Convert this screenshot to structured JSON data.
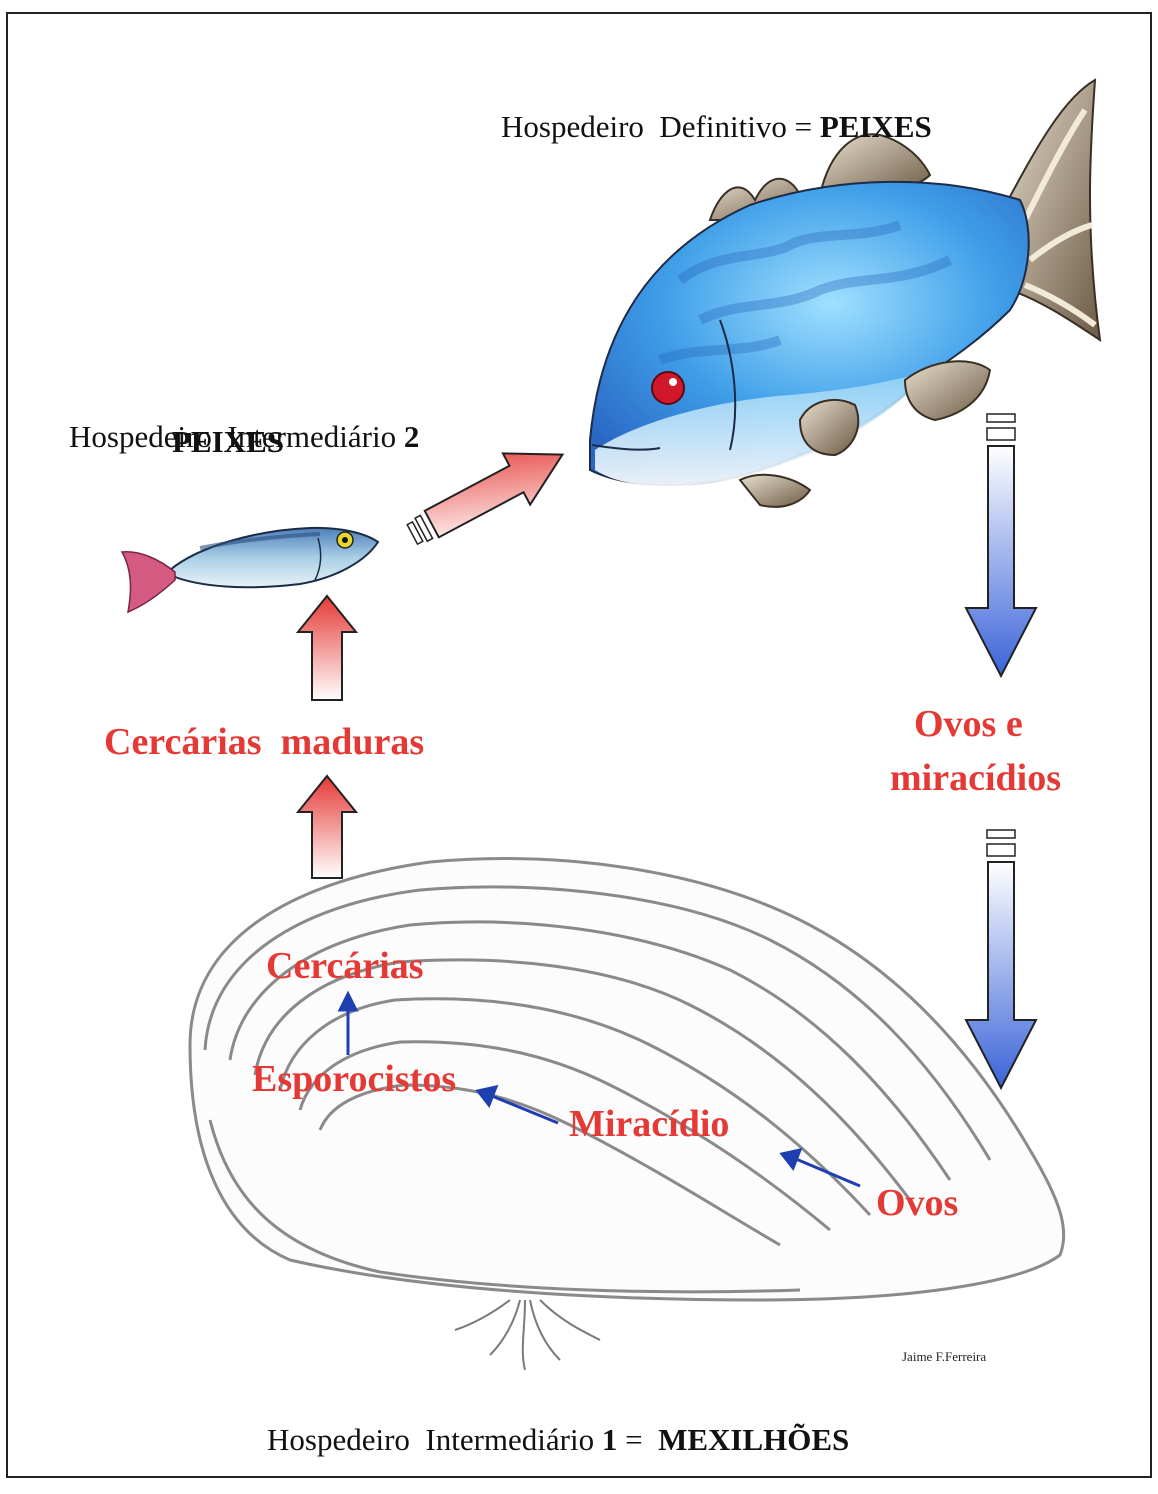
{
  "host_definitive": {
    "prefix": "Hospedeiro  Definitivo = ",
    "value": "PEIXES"
  },
  "host_intermediate_2": {
    "line1_prefix": "Hospedeiro  Intermediário ",
    "number": "2",
    "line2": "PEIXES"
  },
  "host_intermediate_1": {
    "prefix": "Hospedeiro  Intermediário ",
    "number": "1",
    "equals": " =  ",
    "value": "MEXILHÕES"
  },
  "stages": {
    "cercarias_maduras": "Cercárias  maduras",
    "ovos_miracidios_line1": "Ovos e",
    "ovos_miracidios_line2": "miracídios",
    "cercarias": "Cercárias",
    "esporocistos": "Esporocistos",
    "miracidio": "Miracídio",
    "ovos": "Ovos"
  },
  "credit": "Jaime F.Ferreira",
  "colors": {
    "stage_text": "#e53935",
    "red_arrow": "#e53935",
    "blue_arrow": "#3a63d8",
    "small_arrow": "#1f3fb0",
    "fish_body": "#5ab4f0",
    "fin": "#8a7560",
    "shell": "#888888"
  },
  "icons": [
    "large-fish-icon",
    "small-fish-icon",
    "mussel-shell-icon",
    "red-arrow-icon",
    "blue-arrow-icon"
  ]
}
